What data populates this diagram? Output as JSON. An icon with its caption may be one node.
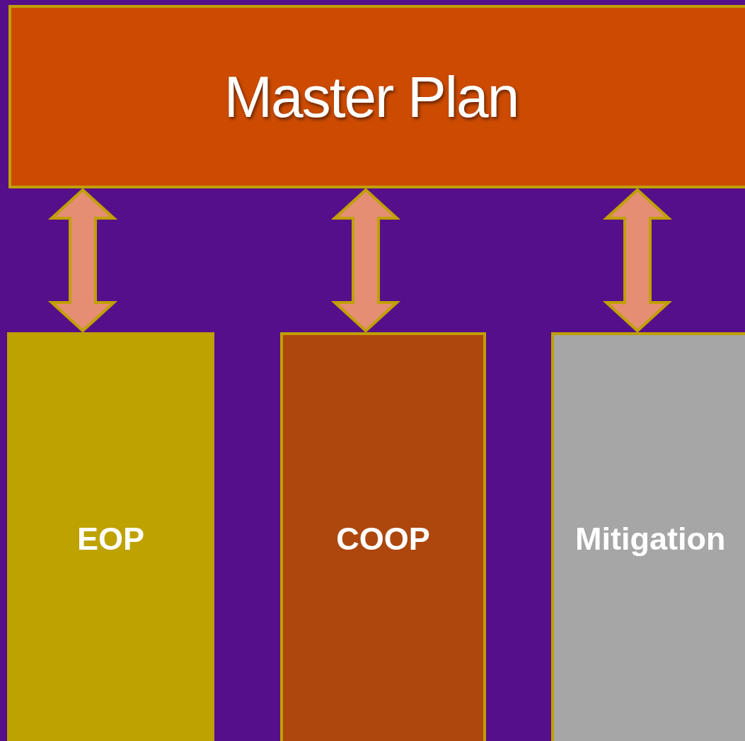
{
  "diagram": {
    "nodes": [
      {
        "text": [
          "Master Plan"
        ]
      },
      {
        "text": [
          "EOP"
        ]
      },
      {
        "text": [
          "COOP"
        ]
      },
      {
        "text": [
          "Mitigation"
        ]
      }
    ],
    "edges": [
      {
        "from": 0,
        "to": 1,
        "arrow": "both"
      },
      {
        "from": 0,
        "to": 2,
        "arrow": "both"
      },
      {
        "from": 0,
        "to": 3,
        "arrow": "both"
      }
    ]
  }
}
